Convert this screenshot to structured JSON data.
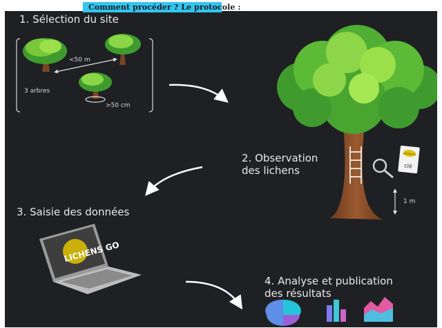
{
  "header": {
    "title": "Comment procéder ? Le protocole :"
  },
  "steps": {
    "s1": "1. Sélection du site",
    "s2_line1": "2. Observation",
    "s2_line2": "des lichens",
    "s3": "3. Saisie des données",
    "s4_line1": "4. Analyse et publication",
    "s4_line2": "des résultats"
  },
  "site": {
    "distance_trees": "<50 m",
    "tree_count": "3 arbres",
    "circumference": ">50 cm"
  },
  "observation": {
    "height": "1 m",
    "key_card": "clé",
    "key_card_logo": "LICHENS GO"
  },
  "laptop": {
    "screen_logo": "LICHENS GO"
  },
  "colors": {
    "background": "#1f2023",
    "banner": "#31c5f3",
    "foliage_light": "#9be04a",
    "foliage_dark": "#3f9b2e",
    "trunk": "#8a4b27"
  }
}
